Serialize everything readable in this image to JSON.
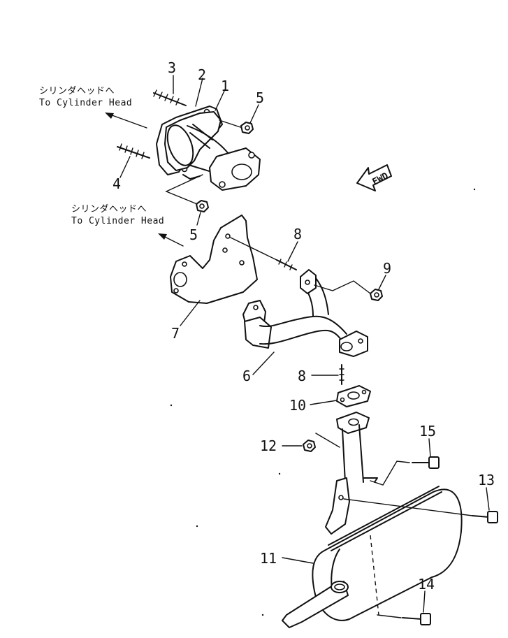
{
  "notes": {
    "to_head_jp_1": "シリンダヘッドへ",
    "to_head_en_1": "To Cylinder Head",
    "to_head_jp_2": "シリンダヘッドへ",
    "to_head_en_2": "To Cylinder Head"
  },
  "fwd_label": "FWD",
  "callouts": {
    "c1": "1",
    "c2": "2",
    "c3": "3",
    "c4": "4",
    "c5a": "5",
    "c5b": "5",
    "c6": "6",
    "c7": "7",
    "c8a": "8",
    "c8b": "8",
    "c9": "9",
    "c10": "10",
    "c11": "11",
    "c12": "12",
    "c13": "13",
    "c14": "14",
    "c15": "15"
  }
}
